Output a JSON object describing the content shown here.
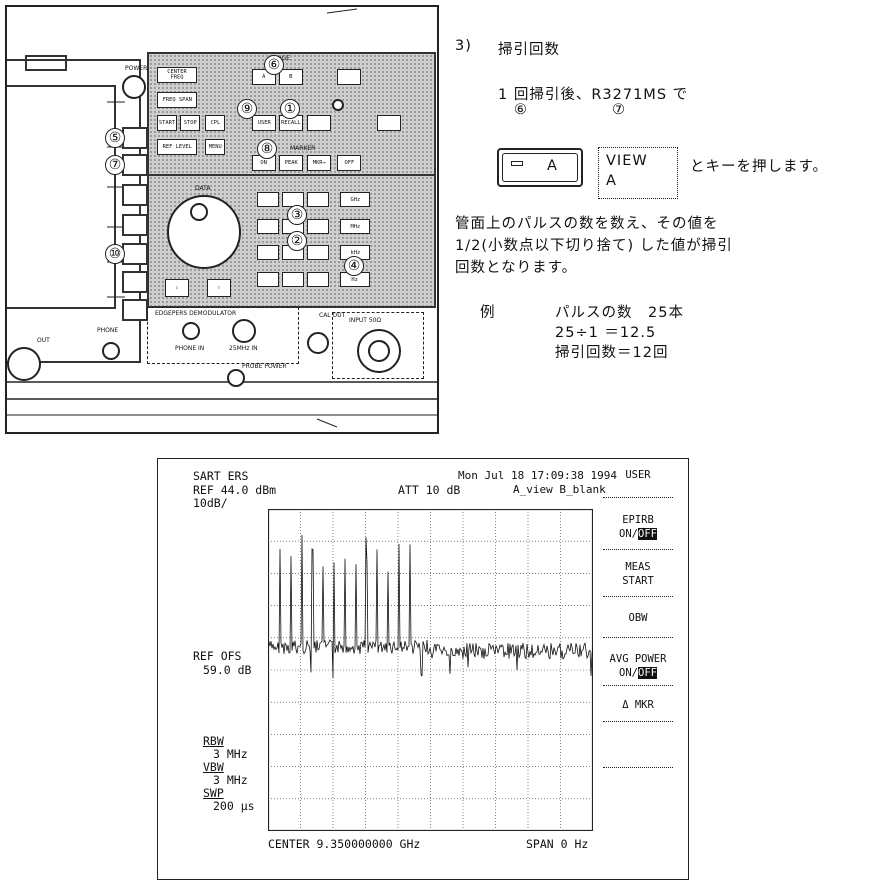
{
  "panel": {
    "softkey_numbers": [
      "⑤",
      "⑦",
      "⑩"
    ],
    "labels": {
      "center_freq": "CENTER FREQ",
      "freq_span": "FREQ SPAN",
      "start": "START",
      "stop": "STOP",
      "cpl": "CPL",
      "ref_level": "REF LEVEL",
      "menu": "MENU",
      "range": "RANGE",
      "a": "A",
      "b": "B",
      "user": "USER",
      "recall": "RECALL",
      "on": "ON",
      "marker": "MARKER",
      "peak": "PEAK",
      "mkr": "MKR→",
      "off": "OFF",
      "data": "DATA",
      "ghz": "GHz",
      "mhz": "MHz",
      "khz": "kHz",
      "hz": "Hz",
      "edgepers_demodulator": "EDGEPERS DEMODULATOR",
      "phone_in": "PHONE IN",
      "mhz_in": "25MHz IN",
      "input": "INPUT 50Ω",
      "cal_out": "CAL OUT",
      "phone": "PHONE",
      "probe_power": "PROBE POWER",
      "out": "OUT",
      "power": "POWER"
    },
    "callouts": [
      "⑥",
      "⑨",
      "①",
      "⑧",
      "③",
      "②",
      "④"
    ]
  },
  "instructions": {
    "step": "3)",
    "heading": "掃引回数",
    "line1": "1 回掃引後、R3271MS で",
    "ref6": "⑥",
    "ref7": "⑦",
    "key_a": "A",
    "key_view_line1": "VIEW",
    "key_view_line2": "A",
    "key_suffix": "とキーを押します。",
    "para1": "管面上のパルスの数を数え、その値を",
    "para2": "1/2(小数点以下切り捨て) した値が掃引",
    "para3": "回数となります。",
    "example_label": "例",
    "example_line1": "パルスの数　25本",
    "example_line2": "25÷1 ＝12.5",
    "example_line3": "掃引回数＝12回"
  },
  "analyzer": {
    "title": "SART ERS",
    "timestamp": "Mon Jul 18 17:09:38 1994",
    "ref": "REF 44.0 dBm",
    "att": "ATT 10 dB",
    "view_mode": "A_view B_blank",
    "scale": "10dB/",
    "ref_ofs_label": "REF OFS",
    "ref_ofs_value": "59.0 dB",
    "rbw_label": "RBW",
    "rbw_value": "3 MHz",
    "vbw_label": "VBW",
    "vbw_value": "3 MHz",
    "swp_label": "SWP",
    "swp_value": "200 μs",
    "center": "CENTER 9.350000000 GHz",
    "span": "SPAN 0 Hz",
    "softkeys": {
      "user": "USER",
      "epirb_1": "EPIRB",
      "epirb_on": "ON/",
      "epirb_off": "OFF",
      "meas_1": "MEAS",
      "meas_2": "START",
      "obw": "OBW",
      "avg_1": "AVG POWER",
      "avg_on": "ON/",
      "avg_off": "OFF",
      "dmkr": "Δ MKR"
    }
  }
}
